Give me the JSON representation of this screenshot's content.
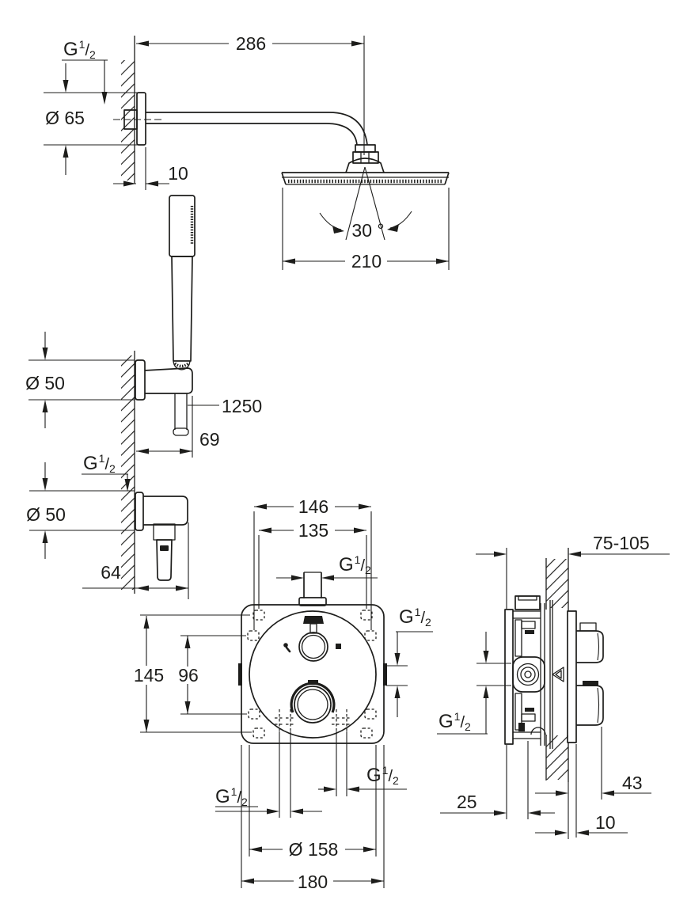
{
  "drawing": {
    "background": "#ffffff",
    "ink_color": "#1d1d1b",
    "kind": "shower-system-dimension-drawing"
  },
  "g_thread": {
    "prefix": "G",
    "numerator": "1",
    "slash": "/",
    "denominator": "2"
  },
  "head_shower": {
    "wall_thread": "G 1/2",
    "arm_reach": "286",
    "escutcheon_diameter": "Ø 65",
    "escutcheon_depth": "10",
    "swivel_angle": "30 °",
    "head_diameter": "210"
  },
  "hand_shower": {
    "holder_escutcheon_diameter": "Ø 50",
    "hose_length": "1250",
    "holder_projection": "69"
  },
  "wall_outlet": {
    "thread": "G 1/2",
    "escutcheon_diameter": "Ø 50",
    "projection": "64"
  },
  "thermostat_trim": {
    "screw_spacing_horizontal_outer": "146",
    "screw_spacing_horizontal_inner": "135",
    "top_port_thread": "G 1/2",
    "side_port_thread": "G 1/2",
    "screw_spacing_vertical_outer": "145",
    "screw_spacing_vertical_inner": "96",
    "bottom_left_port_thread": "G 1/2",
    "bottom_right_port_thread": "G 1/2",
    "escutcheon_diameter": "Ø 158",
    "plate_width": "180"
  },
  "rough_in_valve": {
    "installation_depth_range": "75-105",
    "inlet_thread": "G 1/2",
    "housing_depth": "25",
    "handle_projection": "43",
    "trim_plate_thickness": "10"
  }
}
